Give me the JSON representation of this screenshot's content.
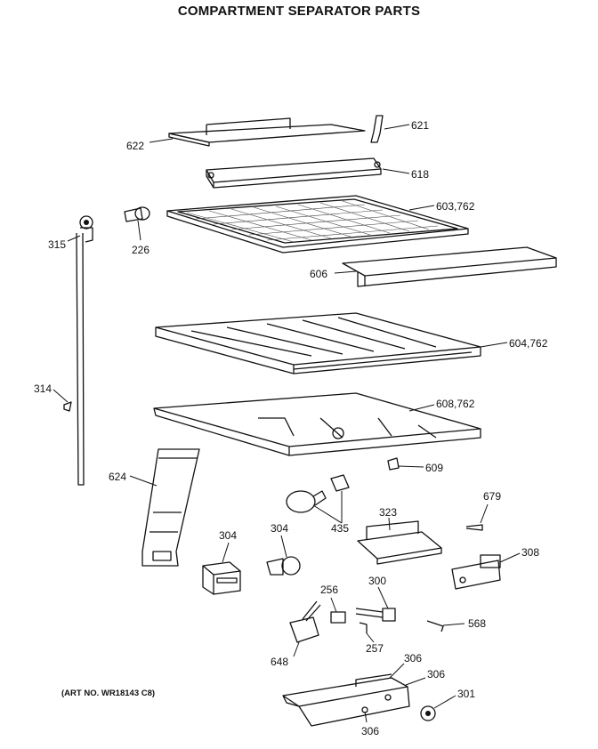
{
  "title": "COMPARTMENT SEPARATOR PARTS",
  "art_number": "(ART NO. WR18143 C8)",
  "parts": [
    {
      "key": "p621",
      "label": "621"
    },
    {
      "key": "p622",
      "label": "622"
    },
    {
      "key": "p618",
      "label": "618"
    },
    {
      "key": "p603",
      "label": "603,762"
    },
    {
      "key": "p315",
      "label": "315"
    },
    {
      "key": "p226",
      "label": "226"
    },
    {
      "key": "p606",
      "label": "606"
    },
    {
      "key": "p604",
      "label": "604,762"
    },
    {
      "key": "p314",
      "label": "314"
    },
    {
      "key": "p608",
      "label": "608,762"
    },
    {
      "key": "p609",
      "label": "609"
    },
    {
      "key": "p624",
      "label": "624"
    },
    {
      "key": "p679",
      "label": "679"
    },
    {
      "key": "p435",
      "label": "435"
    },
    {
      "key": "p323",
      "label": "323"
    },
    {
      "key": "p304a",
      "label": "304"
    },
    {
      "key": "p304b",
      "label": "304"
    },
    {
      "key": "p308",
      "label": "308"
    },
    {
      "key": "p256",
      "label": "256"
    },
    {
      "key": "p300",
      "label": "300"
    },
    {
      "key": "p568",
      "label": "568"
    },
    {
      "key": "p648",
      "label": "648"
    },
    {
      "key": "p257",
      "label": "257"
    },
    {
      "key": "p306a",
      "label": "306"
    },
    {
      "key": "p306b",
      "label": "306"
    },
    {
      "key": "p301",
      "label": "301"
    },
    {
      "key": "p306c",
      "label": "306"
    }
  ]
}
